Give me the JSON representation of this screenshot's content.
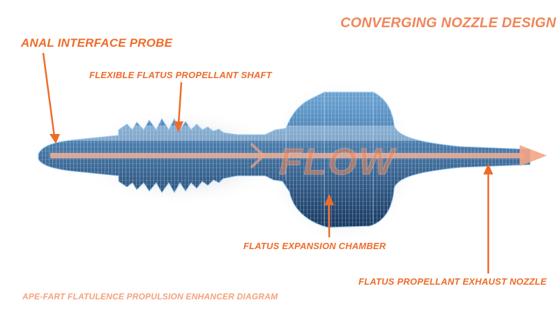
{
  "title": "CONVERGING NOZZLE DESIGN",
  "labels": {
    "probe": "ANAL INTERFACE PROBE",
    "shaft": "FLEXIBLE FLATUS PROPELLANT SHAFT",
    "chamber": "FLATUS EXPANSION CHAMBER",
    "nozzle": "FLATUS PROPELLANT EXHAUST NOZZLE"
  },
  "flow_text": "FLOW",
  "caption": "APE-FART FLATULENCE PROPULSION ENHANCER DIAGRAM",
  "colors": {
    "label_orange": "#ef6b2a",
    "title_orange": "#f0865a",
    "caption_orange": "#f4a27c",
    "mesh_blue": "#8cc0ec",
    "mesh_dark": "#07182e",
    "flow_arrow": "#f7b49a"
  }
}
